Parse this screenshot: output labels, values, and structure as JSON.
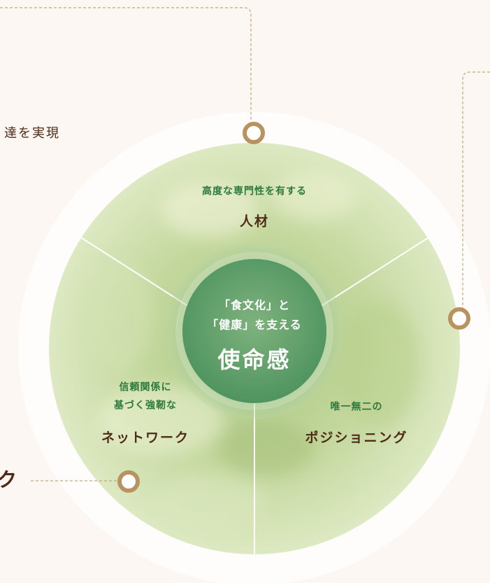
{
  "top_left_text": "達を実現",
  "bottom_left_text": "ク",
  "center": {
    "line1": "「食文化」と",
    "line2": "「健康」を支える",
    "title": "使命感"
  },
  "segments": {
    "top": {
      "subtitle": "高度な専門性を有する",
      "title": "人材"
    },
    "left": {
      "subtitle1": "信頼関係に",
      "subtitle2": "基づく強靭な",
      "title": "ネットワーク"
    },
    "right": {
      "subtitle": "唯一無二の",
      "title": "ポジショニング"
    }
  },
  "colors": {
    "background": "#fcf7f2",
    "ring": "#fffdfb",
    "connector": "#b8935f",
    "green_text": "#2c7a3c",
    "brown_text": "#4e2a17"
  }
}
